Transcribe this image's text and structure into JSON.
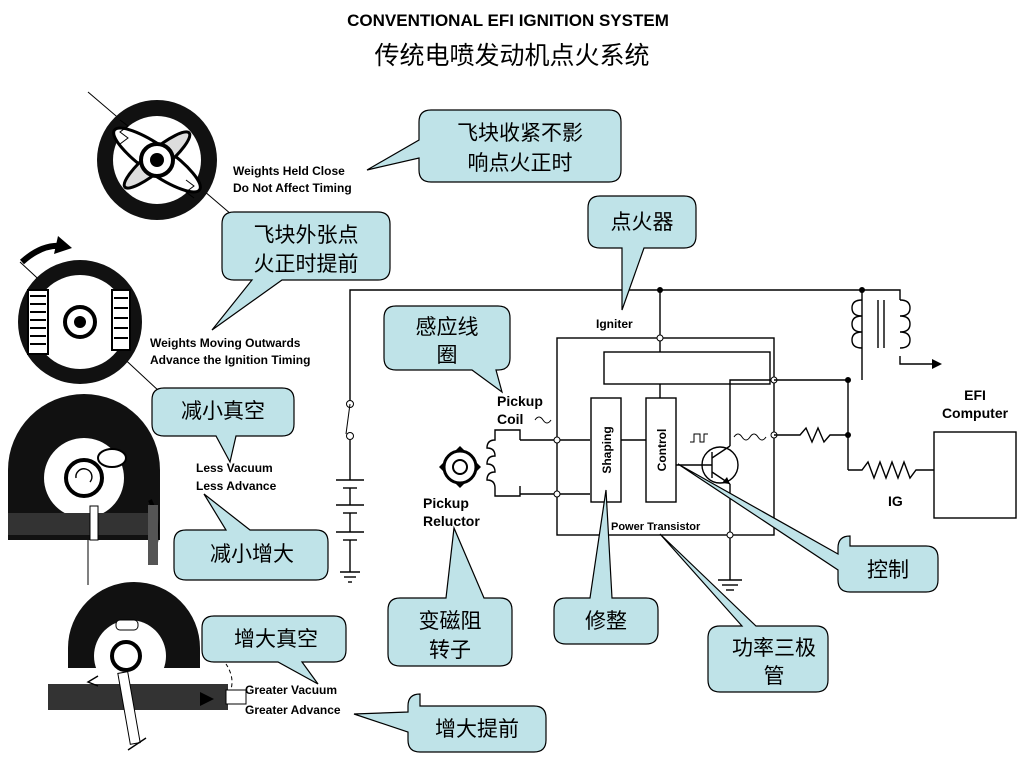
{
  "title_en": "CONVENTIONAL EFI IGNITION SYSTEM",
  "title_cn": "传统电喷发动机点火系统",
  "diagram_labels": {
    "weights_close_1": "Weights Held Close",
    "weights_close_2": "Do Not Affect Timing",
    "weights_out_1": "Weights Moving Outwards",
    "weights_out_2": "Advance the Ignition Timing",
    "less_vac_1": "Less Vacuum",
    "less_vac_2": "Less Advance",
    "greater_vac_1": "Greater Vacuum",
    "greater_vac_2": "Greater Advance",
    "pickup_coil_1": "Pickup",
    "pickup_coil_2": "Coil",
    "pickup_reluctor_1": "Pickup",
    "pickup_reluctor_2": "Reluctor",
    "igniter": "Igniter",
    "shaping": "Shaping",
    "control": "Control",
    "power_transistor": "Power Transistor",
    "efi_1": "EFI",
    "efi_2": "Computer",
    "ig": "IG"
  },
  "callouts": {
    "weights_close": [
      "飞块收紧不影",
      "响点火正时"
    ],
    "weights_out": [
      "飞块外张点",
      "火正时提前"
    ],
    "igniter": [
      "点火器"
    ],
    "pickup_coil": [
      "感应线",
      "圈"
    ],
    "less_vacuum": [
      "减小真空"
    ],
    "less_advance": [
      "减小增大"
    ],
    "greater_vacuum": [
      "增大真空"
    ],
    "greater_advance": [
      "增大提前"
    ],
    "reluctor": [
      "变磁阻",
      "转子"
    ],
    "shaping": [
      "修整"
    ],
    "control": [
      "控制"
    ],
    "power_transistor": [
      "功率三极",
      "管"
    ]
  },
  "colors": {
    "callout_fill": "#bfe3e8",
    "line": "#000000"
  }
}
